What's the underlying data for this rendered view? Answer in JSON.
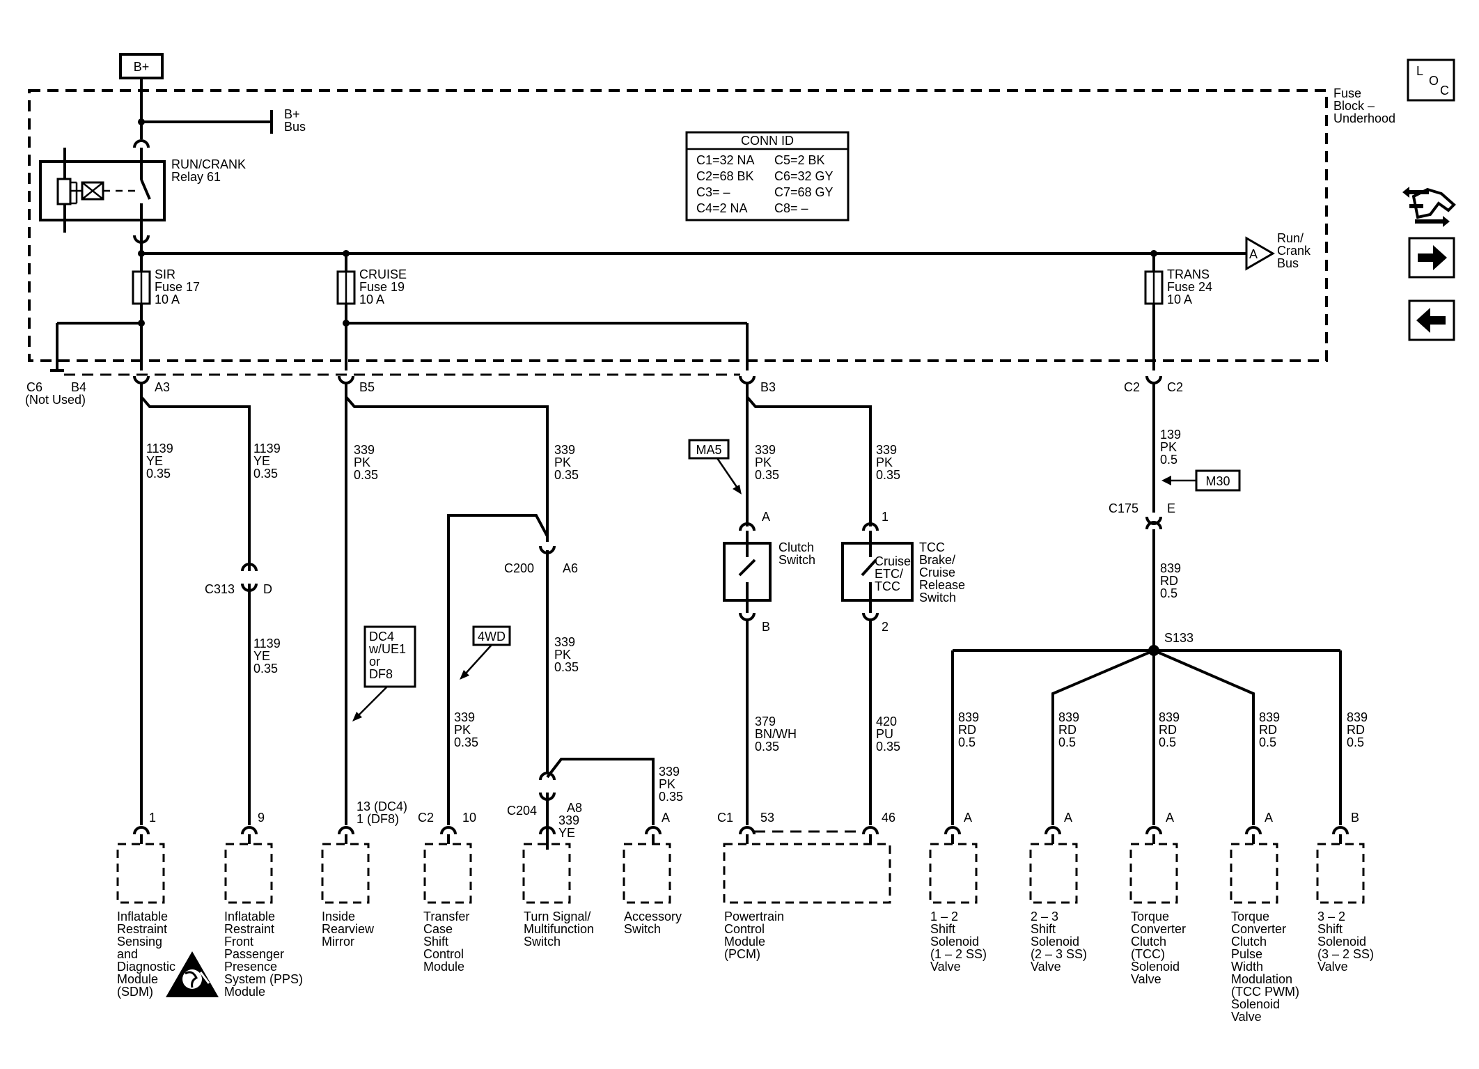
{
  "power": {
    "b_plus": "B+",
    "bus_line1": "B+",
    "bus_line2": "Bus"
  },
  "fuse_block": {
    "line1": "Fuse",
    "line2": "Block –",
    "line3": "Underhood"
  },
  "relay": {
    "line1": "RUN/CRANK",
    "line2": "Relay 61"
  },
  "conn_id": {
    "title": "CONN ID",
    "rows": [
      [
        "C1=32 NA",
        "C5=2 BK"
      ],
      [
        "C2=68 BK",
        "C6=32 GY"
      ],
      [
        "C3= –",
        "C7=68 GY"
      ],
      [
        "C4=2 NA",
        "C8= –"
      ]
    ]
  },
  "run_crank_bus": {
    "letter": "A",
    "line1": "Run/",
    "line2": "Crank",
    "line3": "Bus"
  },
  "fuses": [
    {
      "name": "SIR",
      "num": "Fuse 17",
      "amp": "10 A"
    },
    {
      "name": "CRUISE",
      "num": "Fuse 19",
      "amp": "10 A"
    },
    {
      "name": "TRANS",
      "num": "Fuse 24",
      "amp": "10 A"
    }
  ],
  "c6": {
    "c6": "C6",
    "b4": "B4",
    "not_used": "(Not Used)"
  },
  "pins": {
    "a3": "A3",
    "b5": "B5",
    "b3": "B3",
    "c2_left": "C2",
    "c2_right": "C2"
  },
  "wires": {
    "w1139a": [
      "1139",
      "YE",
      "0.35"
    ],
    "w1139b": [
      "1139",
      "YE",
      "0.35"
    ],
    "w1139c": [
      "1139",
      "YE",
      "0.35"
    ],
    "w339a": [
      "339",
      "PK",
      "0.35"
    ],
    "w339b": [
      "339",
      "PK",
      "0.35"
    ],
    "w339c": [
      "339",
      "PK",
      "0.35"
    ],
    "w339d": [
      "339",
      "PK",
      "0.35"
    ],
    "w339e": [
      "339",
      "PK",
      "0.35"
    ],
    "w339f": [
      "339",
      "PK",
      "0.35"
    ],
    "w339g": [
      "339",
      "PK",
      "0.35"
    ],
    "w339h": [
      "339",
      "YE"
    ],
    "w139": [
      "139",
      "PK",
      "0.5"
    ],
    "w839top": [
      "839",
      "RD",
      "0.5"
    ],
    "w379": [
      "379",
      "BN/WH",
      "0.35"
    ],
    "w420": [
      "420",
      "PU",
      "0.35"
    ],
    "w839_1": [
      "839",
      "RD",
      "0.5"
    ],
    "w839_2": [
      "839",
      "RD",
      "0.5"
    ],
    "w839_3": [
      "839",
      "RD",
      "0.5"
    ],
    "w839_4": [
      "839",
      "RD",
      "0.5"
    ],
    "w839_5": [
      "839",
      "RD",
      "0.5"
    ]
  },
  "connectors": {
    "c313": "C313",
    "d": "D",
    "c200": "C200",
    "a6": "A6",
    "c204": "C204",
    "a8": "A8",
    "c175": "C175",
    "e": "E",
    "s133": "S133"
  },
  "tags": {
    "ma5": "MA5",
    "m30": "M30",
    "wd4": "4WD",
    "dc4": [
      "DC4",
      "w/UE1",
      "or",
      "DF8"
    ]
  },
  "switches": {
    "clutch": {
      "label1": "Clutch",
      "label2": "Switch",
      "pin_top": "A",
      "pin_bottom": "B"
    },
    "tcc": {
      "inner1": "Cruise",
      "inner2": "ETC/",
      "inner3": "TCC",
      "label": [
        "TCC",
        "Brake/",
        "Cruise",
        "Release",
        "Switch"
      ],
      "pin_top": "1",
      "pin_bottom": "2"
    }
  },
  "bottom_pins": {
    "sdm": "1",
    "pps": "9",
    "mirror1": "13 (DC4)",
    "mirror2": "1 (DF8)",
    "transfer_c": "C2",
    "transfer_p": "10",
    "accessory": "A",
    "pcm_c": "C1",
    "pcm_53": "53",
    "pcm_46": "46",
    "sol1": "A",
    "sol2": "A",
    "sol3": "A",
    "sol4": "A",
    "sol5": "B"
  },
  "components": {
    "sdm": [
      "Inflatable",
      "Restraint",
      "Sensing",
      "and",
      "Diagnostic",
      "Module",
      "(SDM)"
    ],
    "pps": [
      "Inflatable",
      "Restraint",
      "Front",
      "Passenger",
      "Presence",
      "System (PPS)",
      "Module"
    ],
    "mirror": [
      "Inside",
      "Rearview",
      "Mirror"
    ],
    "transfer": [
      "Transfer",
      "Case",
      "Shift",
      "Control",
      "Module"
    ],
    "turn": [
      "Turn Signal/",
      "Multifunction",
      "Switch"
    ],
    "accessory": [
      "Accessory",
      "Switch"
    ],
    "pcm": [
      "Powertrain",
      "Control",
      "Module",
      "(PCM)"
    ],
    "sol12": [
      "1 – 2",
      "Shift",
      "Solenoid",
      "(1 – 2 SS)",
      "Valve"
    ],
    "sol23": [
      "2 – 3",
      "Shift",
      "Solenoid",
      "(2 – 3 SS)",
      "Valve"
    ],
    "tcc": [
      "Torque",
      "Converter",
      "Clutch",
      "(TCC)",
      "Solenoid",
      "Valve"
    ],
    "tccpwm": [
      "Torque",
      "Converter",
      "Clutch",
      "Pulse",
      "Width",
      "Modulation",
      "(TCC PWM)",
      "Solenoid",
      "Valve"
    ],
    "sol32": [
      "3 – 2",
      "Shift",
      "Solenoid",
      "(3 – 2 SS)",
      "Valve"
    ]
  },
  "nav": {
    "loc1": "L",
    "loc2": "O",
    "loc3": "C"
  }
}
